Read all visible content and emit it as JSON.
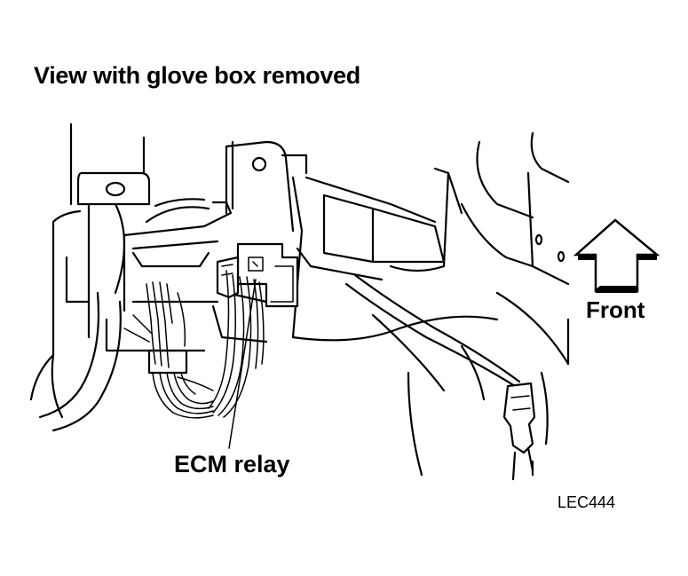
{
  "title": "View with glove box removed",
  "orientation": {
    "label": "Front",
    "arrow_icon": "up-arrow-icon"
  },
  "callout": {
    "label": "ECM relay"
  },
  "figure_code": "LEC444",
  "colors": {
    "ink": "#000000",
    "background": "#ffffff"
  }
}
